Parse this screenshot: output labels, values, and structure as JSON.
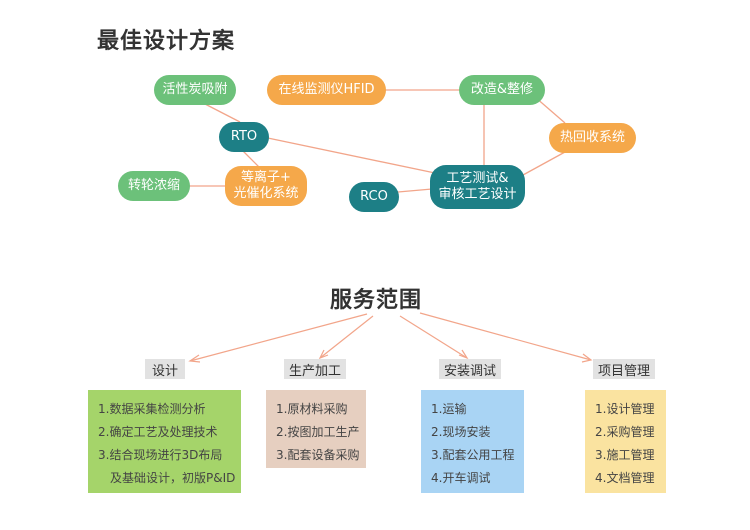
{
  "titles": {
    "solution": "最佳设计方案",
    "scope": "服务范围"
  },
  "nodes": {
    "activated_carbon": "活性炭吸附",
    "hfid": "在线监测仪HFID",
    "retrofit": "改造&整修",
    "rto": "RTO",
    "heat_recovery": "热回收系统",
    "rotor": "转轮浓缩",
    "plasma_line1": "等离子+",
    "plasma_line2": "光催化系统",
    "rco": "RCO",
    "process_line1": "工艺测试&",
    "process_line2": "审核工艺设计"
  },
  "categories": [
    {
      "label": "设计",
      "items": [
        "1.数据采集检测分析",
        "2.确定工艺及处理技术",
        "3.结合现场进行3D布局",
        "及基础设计，初版P&ID"
      ]
    },
    {
      "label": "生产加工",
      "items": [
        "1.原材料采购",
        "2.按图加工生产",
        "3.配套设备采购"
      ]
    },
    {
      "label": "安装调试",
      "items": [
        "1.运输",
        "2.现场安装",
        "3.配套公用工程",
        "4.开车调试"
      ]
    },
    {
      "label": "项目管理",
      "items": [
        "1.设计管理",
        "2.采购管理",
        "3.施工管理",
        "4.文档管理"
      ]
    }
  ],
  "colors": {
    "green": "#6cc17a",
    "orange": "#f5a84a",
    "teal": "#1d7f86",
    "connector": "#f2a58a",
    "box_design": "#a5d46a",
    "box_production": "#e6cfc0",
    "box_install": "#a9d4f4",
    "box_management": "#fae3a0"
  }
}
